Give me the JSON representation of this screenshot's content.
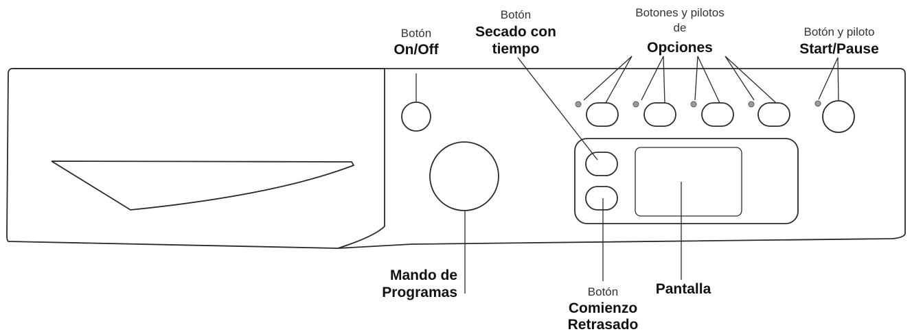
{
  "labels": {
    "onoff": {
      "prefix": "Botón",
      "name": "On/Off"
    },
    "secado": {
      "prefix": "Botón",
      "name_line1": "Secado con",
      "name_line2": "tiempo"
    },
    "opciones": {
      "prefix_line1": "Botones y pilotos",
      "prefix_line2": "de",
      "name": "Opciones"
    },
    "start": {
      "prefix": "Botón y piloto",
      "name": "Start/Pause"
    },
    "mando": {
      "name_line1": "Mando de",
      "name_line2": "Programas"
    },
    "comienzo": {
      "prefix": "Botón",
      "name_line1": "Comienzo",
      "name_line2": "Retrasado"
    },
    "pantalla": {
      "name": "Pantalla"
    }
  },
  "colors": {
    "line": "#2a2a2a",
    "pilot": "#9a9a9a",
    "background": "#ffffff"
  }
}
